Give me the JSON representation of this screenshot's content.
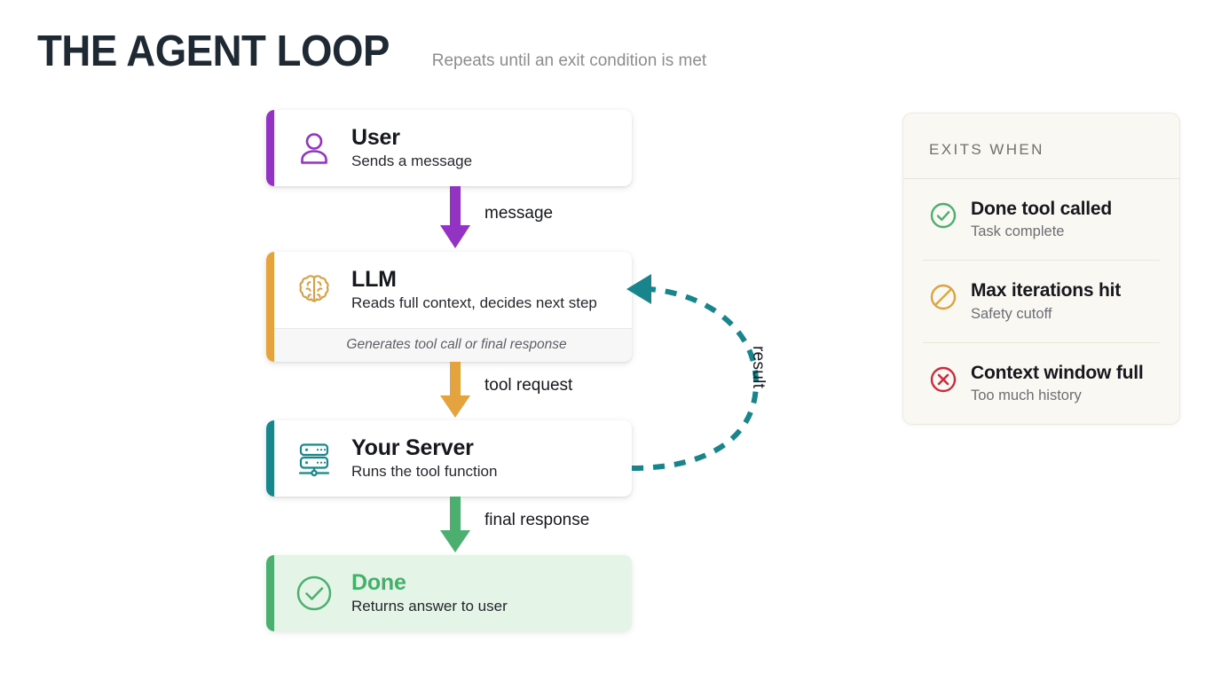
{
  "header": {
    "title": "THE AGENT LOOP",
    "subtitle": "Repeats until an exit condition is met"
  },
  "colors": {
    "user": "#9333c4",
    "llm": "#e5a33f",
    "server": "#18868c",
    "done": "#4caf70",
    "loop": "#17858b",
    "exit_done": "#4caf70",
    "exit_max": "#d9a441",
    "exit_context": "#cf2b3f",
    "title_text": "#1f2933",
    "panel_bg": "#faf8f2"
  },
  "flow": {
    "nodes": [
      {
        "id": "user",
        "icon": "user-icon",
        "title": "User",
        "subtitle": "Sends a message",
        "footer": null
      },
      {
        "id": "llm",
        "icon": "brain-icon",
        "title": "LLM",
        "subtitle": "Reads full context, decides next step",
        "footer": "Generates tool call or final response"
      },
      {
        "id": "server",
        "icon": "server-icon",
        "title": "Your Server",
        "subtitle": "Runs the tool function",
        "footer": null
      },
      {
        "id": "done",
        "icon": "check-circle-icon",
        "title": "Done",
        "subtitle": "Returns answer to user",
        "footer": null
      }
    ],
    "connectors": [
      {
        "id": "message",
        "label": "message",
        "color": "#9333c4"
      },
      {
        "id": "tool-request",
        "label": "tool request",
        "color": "#e5a33f"
      },
      {
        "id": "final-response",
        "label": "final response",
        "color": "#4caf70"
      }
    ],
    "loop": {
      "label": "result",
      "from": "server",
      "to": "llm"
    }
  },
  "exits": {
    "heading": "EXITS WHEN",
    "items": [
      {
        "icon": "check-circle-icon",
        "title": "Done tool called",
        "subtitle": "Task complete",
        "color": "#4caf70"
      },
      {
        "icon": "no-entry-icon",
        "title": "Max iterations hit",
        "subtitle": "Safety cutoff",
        "color": "#d9a441"
      },
      {
        "icon": "x-circle-icon",
        "title": "Context window full",
        "subtitle": "Too much history",
        "color": "#cf2b3f"
      }
    ]
  }
}
